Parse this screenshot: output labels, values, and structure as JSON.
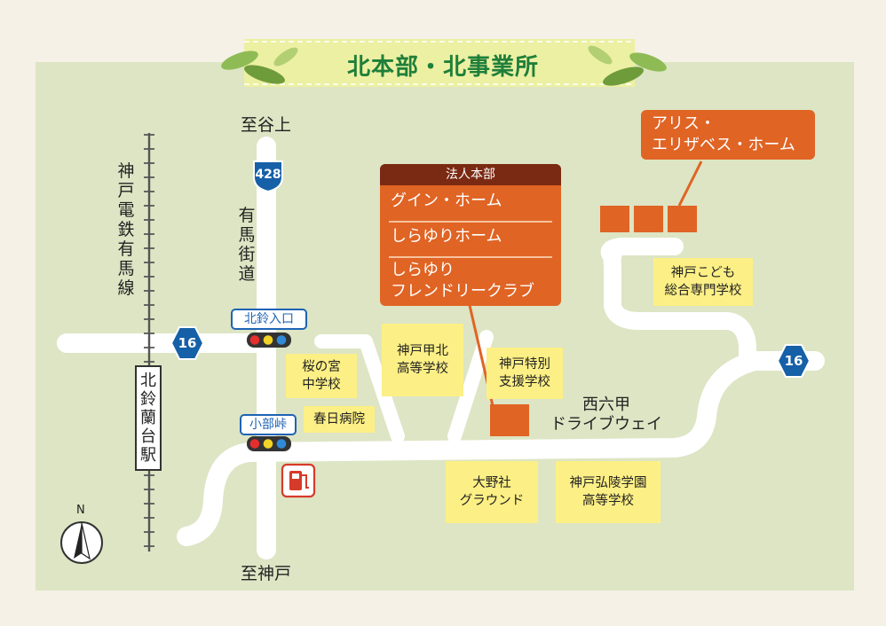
{
  "title": "北本部・北事業所",
  "colors": {
    "map_bg": "#dde5c4",
    "road": "#ffffff",
    "highlight": "#e06424",
    "label_box": "#fcef85",
    "route_shield": "#1660a8",
    "header_dark": "#7a2a12"
  },
  "directions": {
    "north_top": "至谷上",
    "south_bottom": "至神戸"
  },
  "route_shields": {
    "r428": "428",
    "r16_left": "16",
    "r16_right": "16"
  },
  "streets": {
    "arima_kaido": "有馬街道",
    "railway": "神戸電鉄有馬線",
    "station": "北鈴蘭台駅",
    "drive_way": "西六甲\nドライブウェイ"
  },
  "signals": {
    "kitasuzu_iriguchi": "北鈴入口",
    "kobe_toge": "小部峠"
  },
  "headquarters": {
    "header": "法人本部",
    "facilities": [
      "グイン・ホーム",
      "しらゆりホーム",
      "しらゆり\nフレンドリークラブ"
    ]
  },
  "alice_home": "アリス・\nエリザベス・ホーム",
  "landmarks": {
    "sakuranomiya": "桜の宮\n中学校",
    "kasuga": "春日病院",
    "kobe_kohoku": "神戸甲北\n高等学校",
    "kobe_tokubetsu": "神戸特別\n支援学校",
    "kodomo": "神戸こども\n総合専門学校",
    "onoya": "大野社\nグラウンド",
    "koryo": "神戸弘陵学園\n高等学校"
  },
  "icons": {
    "gas_station": "gas-station-icon",
    "compass": "compass-icon",
    "traffic_light": "traffic-light-icon"
  },
  "compass_label": "N"
}
